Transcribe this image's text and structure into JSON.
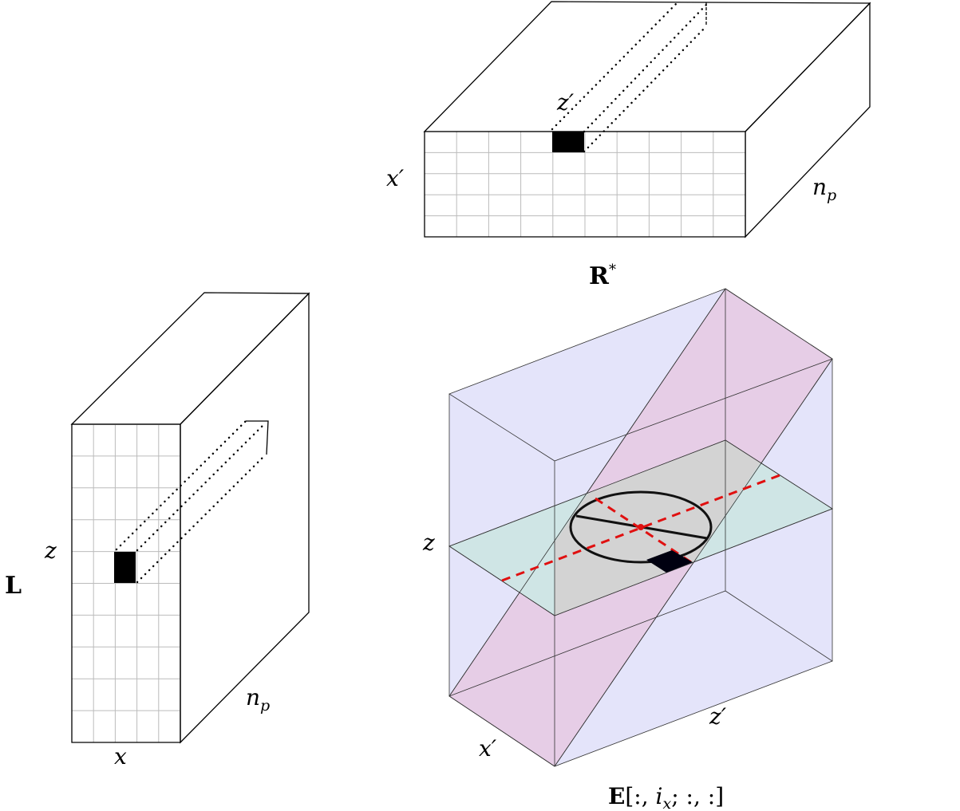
{
  "labels": {
    "top_box_depth": "z′",
    "top_box_rows": "x′",
    "top_box_np": "n",
    "top_box_np_sub": "p",
    "top_box_name": "R",
    "top_box_name_sup": "*",
    "left_box_rows": "z",
    "left_box_name": "L",
    "left_box_cols": "x",
    "left_box_np": "n",
    "left_box_np_sub": "p",
    "cube_z": "z",
    "cube_xp": "x′",
    "cube_zp": "z′",
    "cube_name_bold": "E",
    "cube_name_rest1": "[:, ",
    "cube_name_i": "i",
    "cube_name_sub": "x",
    "cube_name_rest2": "; :, :]"
  },
  "colors": {
    "cube_face": "#e4e4fa",
    "diagonal_plane": "#e6cde6",
    "horizontal_plane": "#cfe5e5",
    "intersection": "#d3d3d3",
    "accent_dash": "#e01010",
    "highlight_cell": "#000000"
  }
}
